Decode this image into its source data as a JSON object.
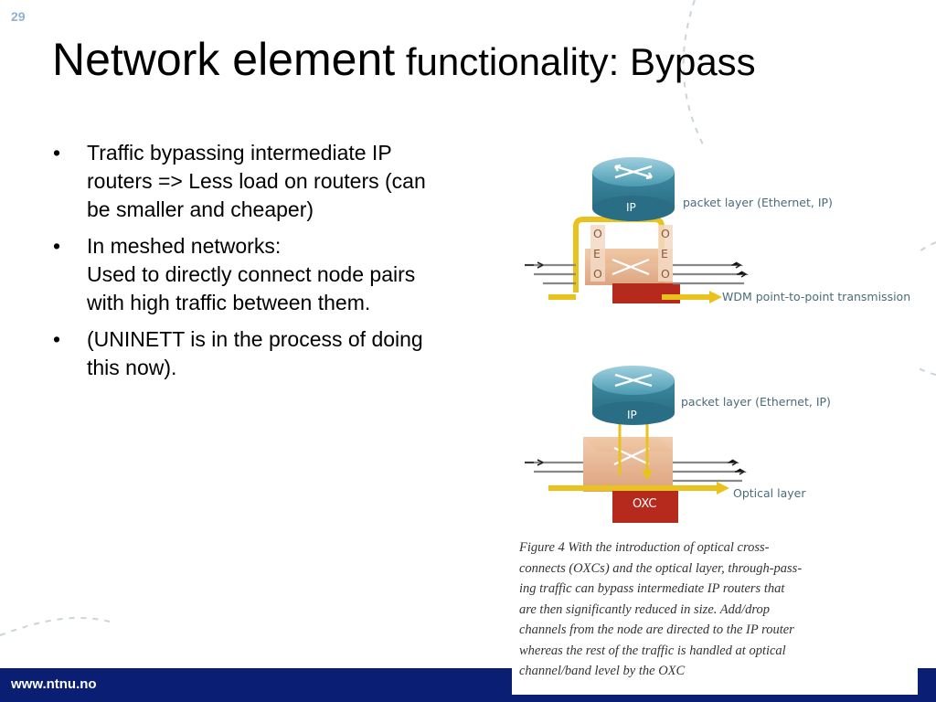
{
  "slide_number": "29",
  "title": {
    "part1": "Network element",
    "part2": " functionality: Bypass"
  },
  "bullets": [
    {
      "lines": [
        "Traffic bypassing intermediate IP",
        "routers => Less load on routers (can",
        "be smaller and cheaper)"
      ]
    },
    {
      "lines": [
        "In meshed networks:",
        "Used to directly connect node pairs",
        "with high traffic between them."
      ]
    },
    {
      "lines": [
        "(UNINETT is in the process of doing",
        "this now)."
      ]
    }
  ],
  "bullet_char": "•",
  "figure": {
    "top": {
      "router_label": "IP",
      "packet_layer_label": "packet layer (Ethernet, IP)",
      "oeo_left": [
        "O",
        "E",
        "O"
      ],
      "oeo_right": [
        "O",
        "E",
        "O"
      ],
      "transmission_label": "WDM point-to-point transmission"
    },
    "bottom": {
      "router_label": "IP",
      "packet_layer_label": "packet layer (Ethernet, IP)",
      "oxc_label": "OXC",
      "optical_layer_label": "Optical layer"
    },
    "caption_lines": [
      "Figure 4  With the introduction of optical cross-",
      "connects (OXCs) and the optical layer, through-pass-",
      "ing traffic can bypass intermediate IP routers that",
      "are then significantly reduced in size. Add/drop",
      "channels from the node are directed to the IP router",
      "whereas the rest of the traffic is handled at optical",
      "channel/band level by the OXC"
    ]
  },
  "footer": {
    "url": "www.ntnu.no"
  },
  "colors": {
    "footer_bg": "#0a1f74",
    "router": "#3b8ea5",
    "oxc_red": "#b52a1c",
    "oxc_tan": "#e7b48f",
    "fiber_yellow": "#e9c21d"
  }
}
